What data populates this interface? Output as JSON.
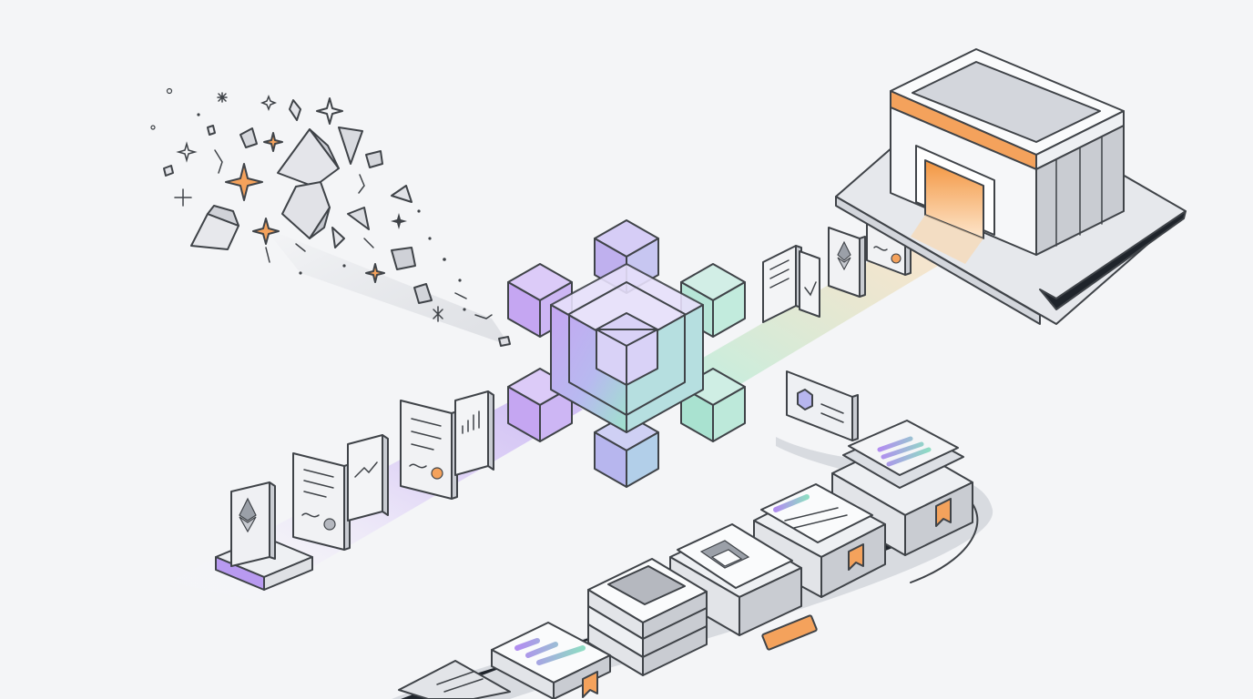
{
  "scene": {
    "background": "#f4f5f7",
    "outline": "#3f4348",
    "accent_orange": "#f4a25c",
    "accent_purple": "#b89af0",
    "accent_teal": "#8fdcc4",
    "belt": "#1f242b",
    "elements": [
      {
        "name": "crystal-shards-cluster",
        "icon": "crystal-shards-icon"
      },
      {
        "name": "central-cube-hub",
        "icon": "cube-network-icon"
      },
      {
        "name": "institution-building",
        "icon": "bank-building-icon"
      },
      {
        "name": "token-card-row-left",
        "icon": "document-card-icon"
      },
      {
        "name": "token-card-row-right",
        "icon": "document-card-icon"
      },
      {
        "name": "conveyor-belt",
        "icon": "conveyor-icon"
      }
    ]
  }
}
